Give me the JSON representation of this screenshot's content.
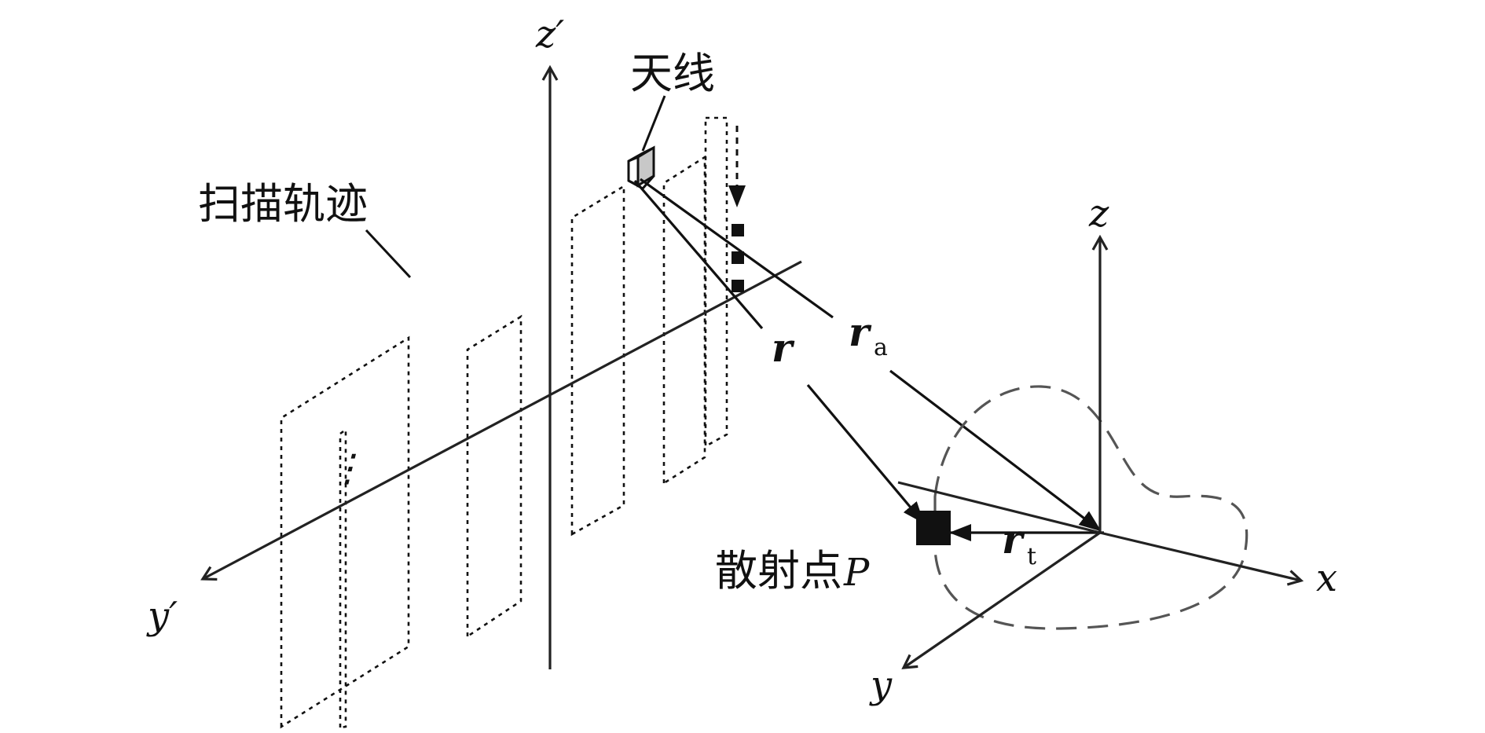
{
  "labels": {
    "z_prime": "z′",
    "y_prime": "y′",
    "z": "z",
    "x": "x",
    "y": "y",
    "antenna": "天线",
    "scan_track": "扫描轨迹",
    "scatter_point_text": "散射点",
    "scatter_point_symbol": "P",
    "r": "r",
    "r_a": "r",
    "r_a_sub": "a",
    "r_t": "r",
    "r_t_sub": "t",
    "vertical_dots": "⋮"
  }
}
